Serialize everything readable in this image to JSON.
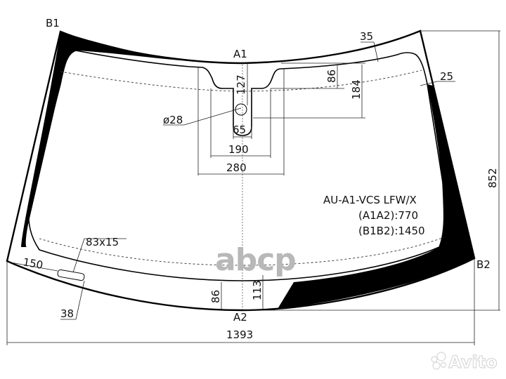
{
  "drawing": {
    "part_code": "AU-A1-VCS LFW/X",
    "a1a2": "(A1A2):770",
    "b1b2": "(B1B2):1450",
    "points": {
      "b1": "B1",
      "b2": "B2",
      "a1": "A1",
      "a2": "A2"
    },
    "dimensions": {
      "top_border_35": "35",
      "side_border_25": "25",
      "height_852": "852",
      "width_1393": "1393",
      "mirror_127": "127",
      "bracket_86_top": "86",
      "bracket_184": "184",
      "hole_dia": "ø28",
      "mirror_65": "65",
      "mirror_190": "190",
      "mirror_280": "280",
      "bottom_86": "86",
      "bottom_113": "113",
      "vin_150": "150",
      "vin_size": "83x15",
      "vin_38": "38"
    }
  },
  "watermarks": {
    "abcp": "abcp",
    "avito": "Avito"
  }
}
